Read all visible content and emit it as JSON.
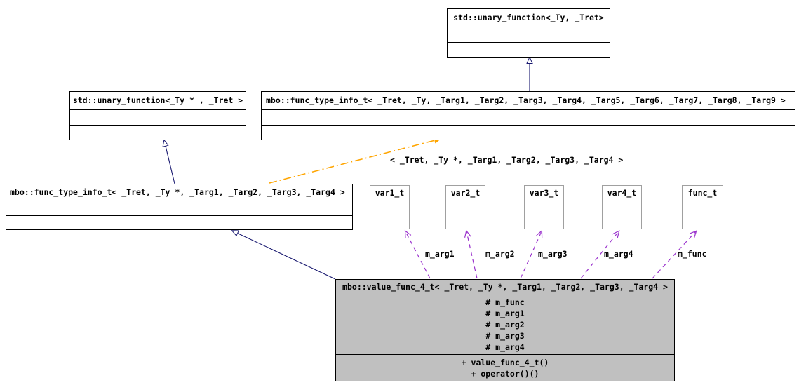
{
  "diagram": {
    "type": "uml-class-inheritance-collaboration",
    "colors": {
      "background": "#ffffff",
      "box_border": "#000000",
      "box_border_light": "#a0a0a0",
      "box_fill_highlight": "#c0c0c0",
      "inheritance_edge": "#191970",
      "template_edge": "#ffa500",
      "association_edge": "#9a32cd",
      "text": "#000000"
    },
    "classes": [
      {
        "id": "std-unary-ty-tret",
        "title": "std::unary_function< _Ty, _Tret >",
        "display_title": "std::unary_function<_Ty, _Tret>",
        "attributes": [],
        "operations": [],
        "highlight": false,
        "border": "black"
      },
      {
        "id": "std-unary-typtr-tret",
        "title": "std::unary_function<_Ty * , _Tret >",
        "display_title": "std::unary_function<_Ty * , _Tret >",
        "attributes": [],
        "operations": [],
        "highlight": false,
        "border": "black"
      },
      {
        "id": "func-type-info-generic",
        "title": "mbo::func_type_info_t< _Tret, _Ty, _Targ1, _Targ2, _Targ3, _Targ4, _Targ5, _Targ6, _Targ7, _Targ8, _Targ9 >",
        "display_title": "mbo::func_type_info_t< _Tret, _Ty, _Targ1, _Targ2, _Targ3, _Targ4, _Targ5, _Targ6, _Targ7, _Targ8, _Targ9 >",
        "attributes": [],
        "operations": [],
        "highlight": false,
        "border": "black"
      },
      {
        "id": "func-type-info-spec",
        "title": "mbo::func_type_info_t< _Tret, _Ty *, _Targ1, _Targ2, _Targ3, _Targ4 >",
        "display_title": "mbo::func_type_info_t< _Tret, _Ty *, _Targ1, _Targ2, _Targ3, _Targ4 >",
        "attributes": [],
        "operations": [],
        "highlight": false,
        "border": "black"
      },
      {
        "id": "var1-t",
        "title": "var1_t",
        "display_title": "var1_t",
        "attributes": [],
        "operations": [],
        "highlight": false,
        "border": "gray"
      },
      {
        "id": "var2-t",
        "title": "var2_t",
        "display_title": "var2_t",
        "attributes": [],
        "operations": [],
        "highlight": false,
        "border": "gray"
      },
      {
        "id": "var3-t",
        "title": "var3_t",
        "display_title": "var3_t",
        "attributes": [],
        "operations": [],
        "highlight": false,
        "border": "gray"
      },
      {
        "id": "var4-t",
        "title": "var4_t",
        "display_title": "var4_t",
        "attributes": [],
        "operations": [],
        "highlight": false,
        "border": "gray"
      },
      {
        "id": "func-t",
        "title": "func_t",
        "display_title": "func_t",
        "attributes": [],
        "operations": [],
        "highlight": false,
        "border": "gray"
      },
      {
        "id": "value-func-4-t",
        "title": "mbo::value_func_4_t< _Tret, _Ty *, _Targ1, _Targ2, _Targ3, _Targ4 >",
        "display_title": "mbo::value_func_4_t< _Tret, _Ty *, _Targ1, _Targ2, _Targ3, _Targ4 >",
        "attributes": [
          "# m_func",
          "# m_arg1",
          "# m_arg2",
          "# m_arg3",
          "# m_arg4"
        ],
        "operations": [
          "+ value_func_4_t()",
          "+ operator()()"
        ],
        "highlight": true,
        "border": "black"
      }
    ],
    "edge_labels": {
      "template_binding": "< _Tret, _Ty *, _Targ1, _Targ2, _Targ3, _Targ4 >",
      "assoc_m_arg1": "m_arg1",
      "assoc_m_arg2": "m_arg2",
      "assoc_m_arg3": "m_arg3",
      "assoc_m_arg4": "m_arg4",
      "assoc_m_func": "m_func"
    }
  }
}
